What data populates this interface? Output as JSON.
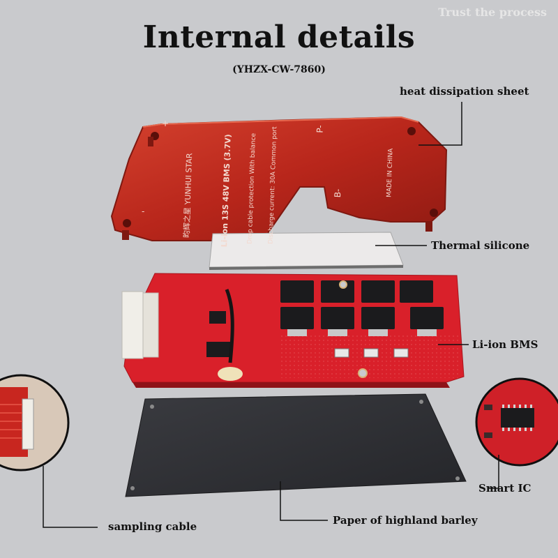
{
  "watermark": "Trust the process",
  "title": "Internal details",
  "model": "(YHZX-CW-7860)",
  "labels": {
    "heat_sheet": "heat dissipation sheet",
    "thermal_silicone": "Thermal silicone",
    "bms": "Li-ion BMS",
    "smart_ic": "Smart IC",
    "sampling_cable": "sampling cable",
    "barley_paper": "Paper of highland barley"
  },
  "plate_text": {
    "brand": "昀辉之星 YUNHUI STAR",
    "spec": "Li-ion 13S 48V BMS (3.7V)",
    "features": "Drop cable protection   With balance",
    "current": "Discharge current: 30A   Common port",
    "origin": "MADE IN CHINA",
    "p_minus": "P-",
    "b_minus": "B-",
    "plus": "+",
    "minus": "-"
  },
  "colors": {
    "background": "#c9cacd",
    "plate": "#b8261b",
    "pcb": "#d9202a",
    "paper": "#2f3034"
  }
}
